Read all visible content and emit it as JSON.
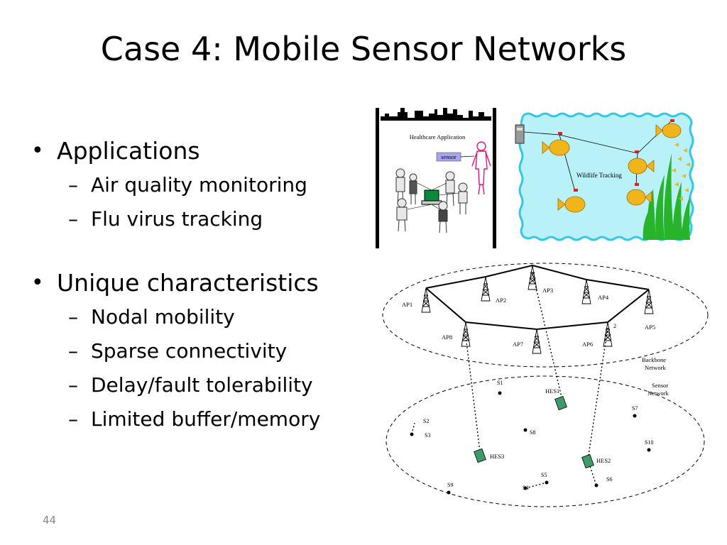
{
  "slide": {
    "title": "Case 4: Mobile Sensor Networks",
    "number": "44",
    "bullets": [
      {
        "label": "Applications",
        "subs": [
          "Air quality monitoring",
          "Flu virus tracking"
        ]
      },
      {
        "label": "Unique characteristics",
        "subs": [
          "Nodal mobility",
          "Sparse connectivity",
          "Delay/fault tolerability",
          "Limited buffer/memory"
        ]
      }
    ],
    "symbols": {
      "bullet": "•",
      "dash": "–"
    }
  },
  "healthcare": {
    "title": "Healthcare Application",
    "sensor_label": "sensor"
  },
  "wildlife": {
    "label": "Wildlife Tracking",
    "water_color": "#b8f1f8",
    "border_color": "#35c7e6",
    "seaweed_color": "#28b42a",
    "fish_color": "#f1b51c"
  },
  "network": {
    "aps": [
      "AP1",
      "AP2",
      "AP3",
      "AP4",
      "AP5",
      "AP6",
      "AP7",
      "AP8"
    ],
    "hes": [
      "HES1",
      "HES2",
      "HES3"
    ],
    "sensors": [
      "S1",
      "S2",
      "S3",
      "S4",
      "S5",
      "S6",
      "S7",
      "S8",
      "S9",
      "S10"
    ],
    "backbone_label": [
      "Backbone",
      "Network"
    ],
    "sensor_net_label": [
      "Sensor",
      "Network"
    ],
    "extra_label": "2"
  }
}
